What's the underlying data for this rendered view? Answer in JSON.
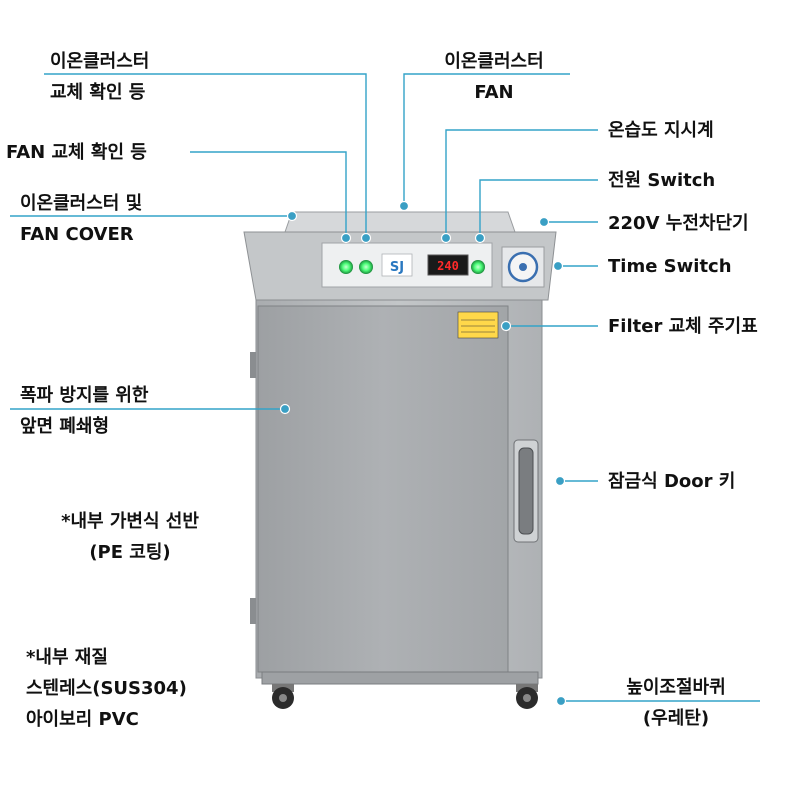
{
  "colors": {
    "leader_line": "#33a3c8",
    "cabinet_body": "#b9bcbf",
    "door_panel": "#a7aaad",
    "control_panel": "#c4c7c9",
    "display_red": "#ff2a2a",
    "indicator_green": "#4dff7a"
  },
  "labels": {
    "ion_lamp": [
      "이온클러스터",
      "교체 확인 등"
    ],
    "ion_fan": [
      "이온클러스터",
      "FAN"
    ],
    "fan_lamp": [
      "FAN 교체 확인 등"
    ],
    "fan_cover": [
      "이온클러스터 및",
      "FAN COVER"
    ],
    "humidity": [
      "온습도 지시계"
    ],
    "power": [
      "전원 Switch"
    ],
    "breaker": [
      "220V 누전차단기"
    ],
    "time_switch": [
      "Time Switch"
    ],
    "filter": [
      "Filter 교체 주기표"
    ],
    "front": [
      "폭파 방지를 위한",
      "앞면 폐쇄형"
    ],
    "lock": [
      "잠금식 Door 키"
    ],
    "shelf": [
      "*내부 가변식 선반",
      "(PE 코팅)"
    ],
    "material": [
      "*내부 재질",
      "스텐레스(SUS304)",
      "아이보리 PVC"
    ],
    "caster": [
      "높이조절바퀴",
      "(우레탄)"
    ]
  },
  "device": {
    "display_value": "240",
    "logo_text": "SJ"
  }
}
